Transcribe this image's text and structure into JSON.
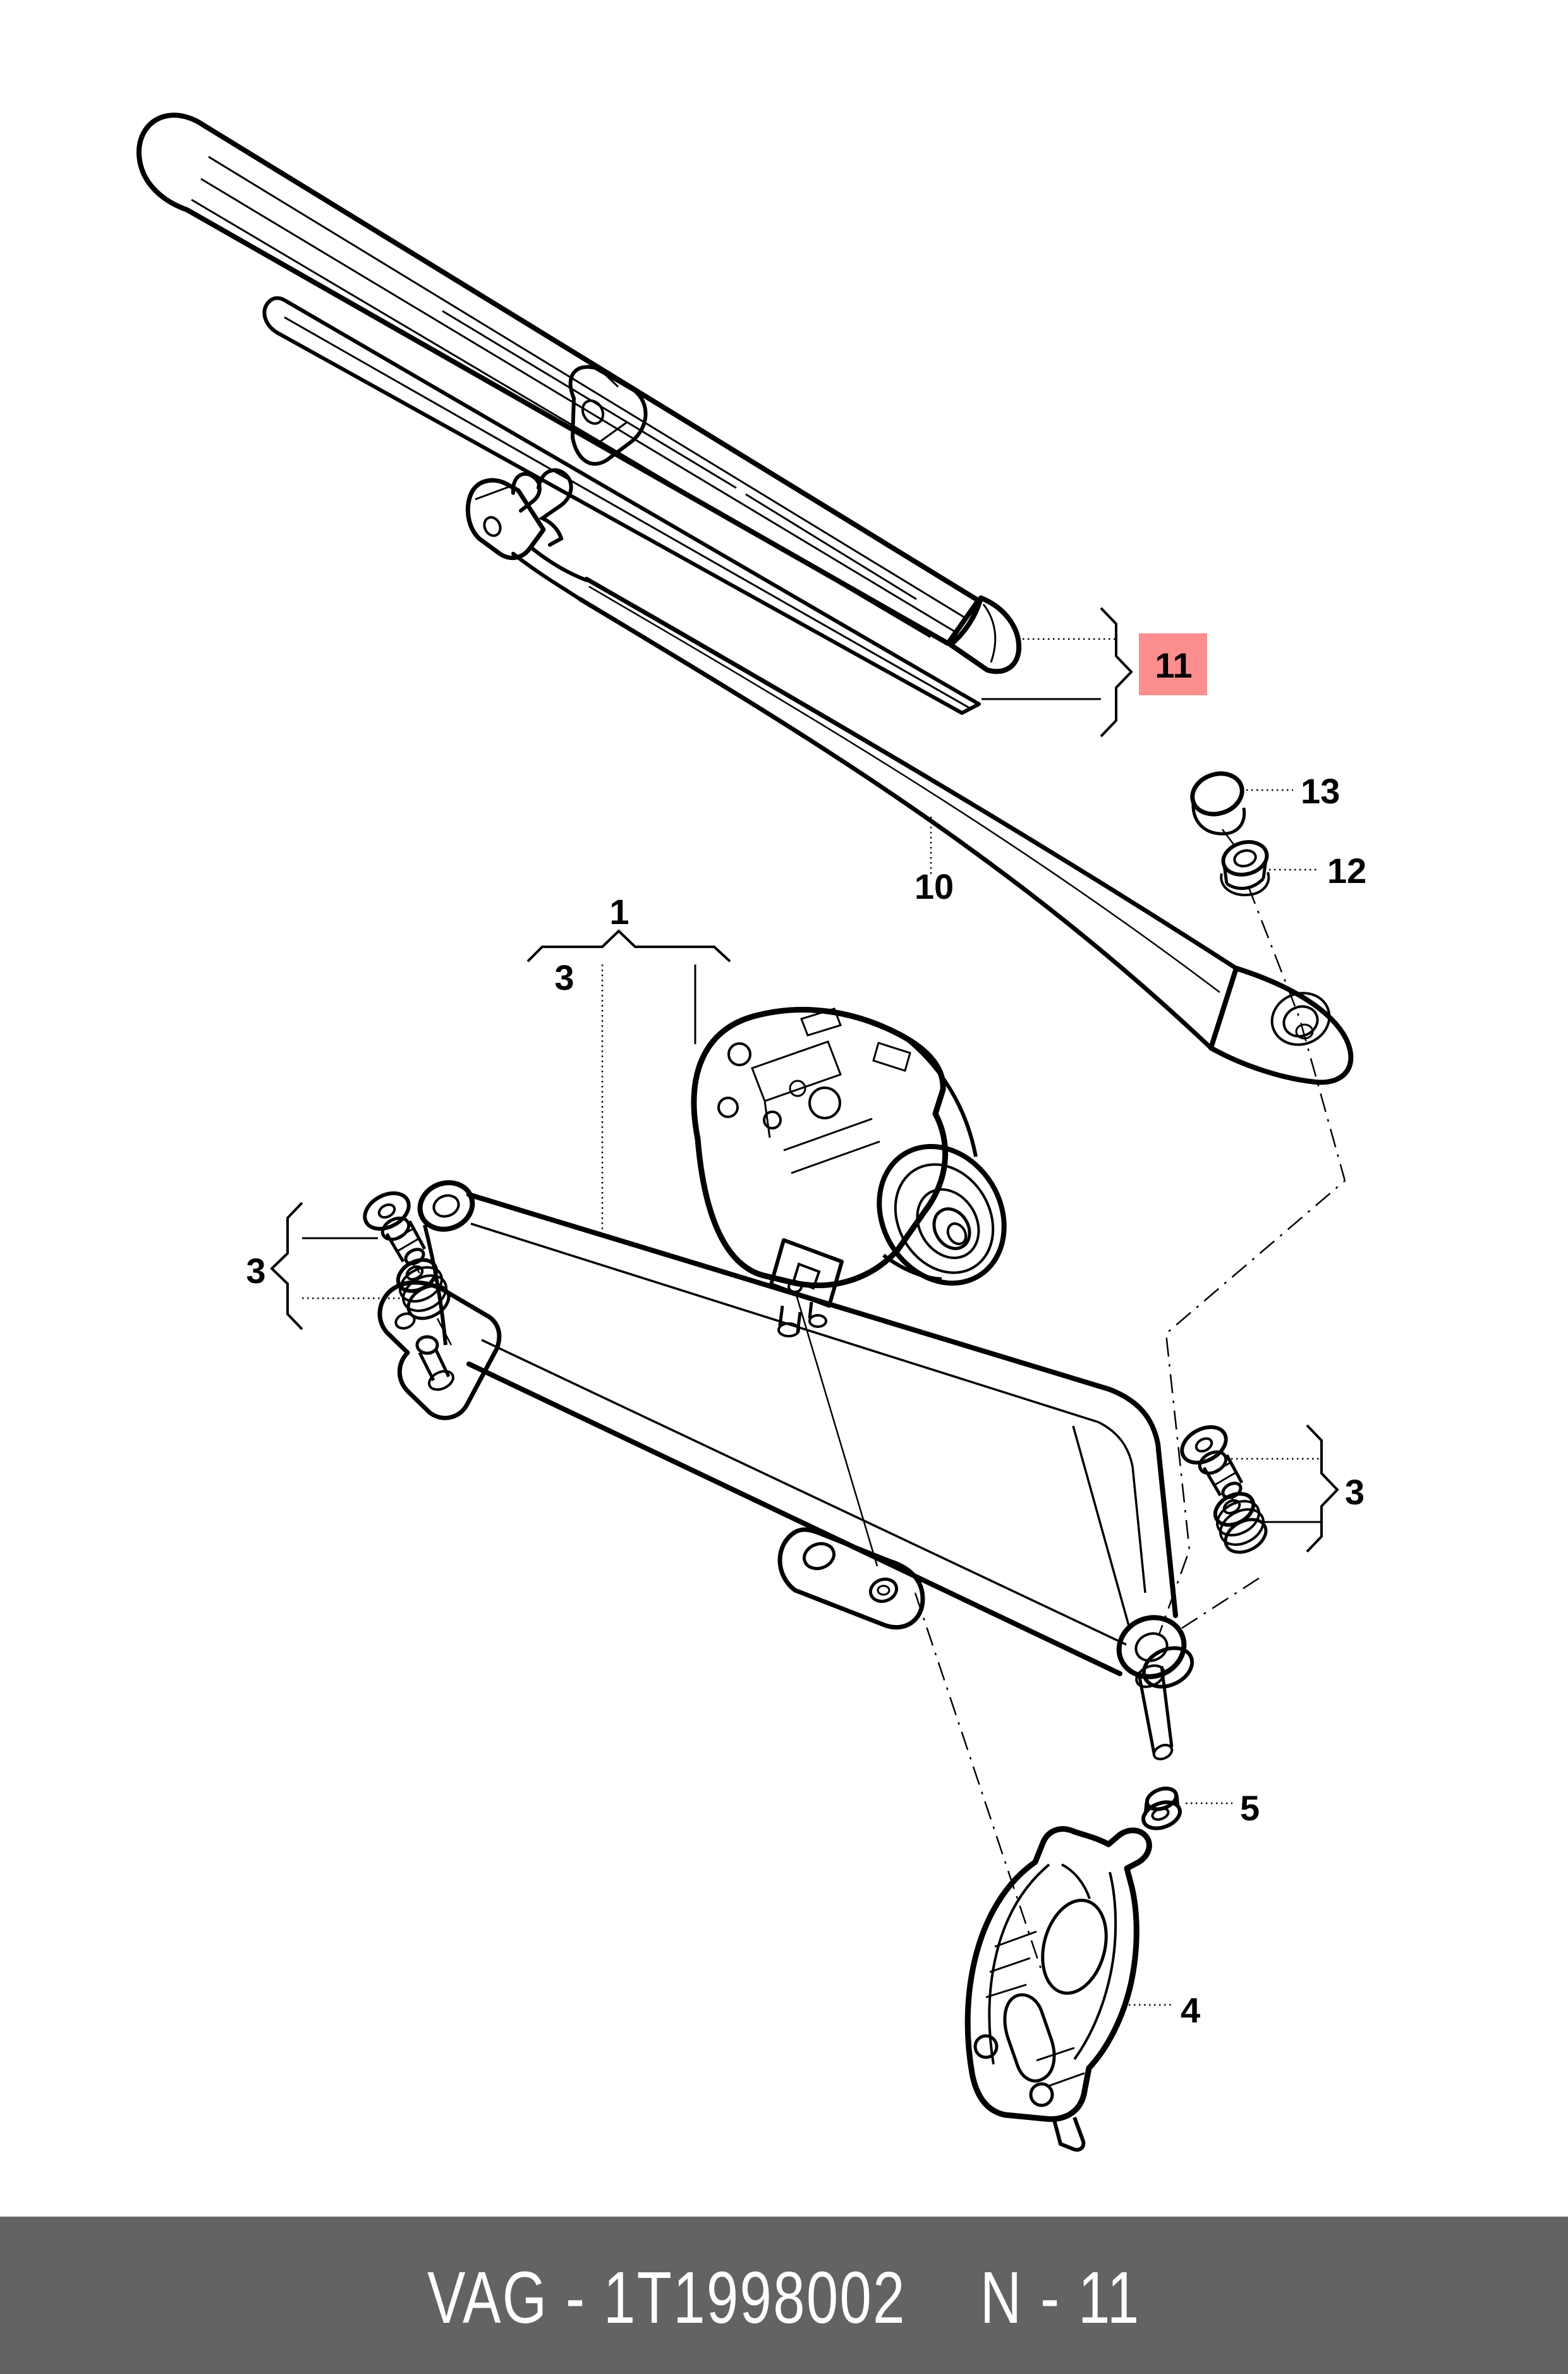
{
  "callouts": {
    "frame": {
      "label": "1"
    },
    "fasteners_top": {
      "label": "3"
    },
    "fasteners_left": {
      "label": "3"
    },
    "fasteners_right": {
      "label": "3"
    },
    "bracket": {
      "label": "4"
    },
    "bushing": {
      "label": "5"
    },
    "arm": {
      "label": "10"
    },
    "blade": {
      "label": "11"
    },
    "nut": {
      "label": "12"
    },
    "cap": {
      "label": "13"
    }
  },
  "colors": {
    "line": "#000000",
    "background": "#ffffff",
    "highlight_box": "#fc8e8e",
    "highlight_text": "#8a1111",
    "footer_background": "#636363",
    "footer_text": "#ffffff"
  },
  "footer": {
    "catalog_code": "VAG - 1T1998002",
    "page_ref": "N - 11"
  }
}
